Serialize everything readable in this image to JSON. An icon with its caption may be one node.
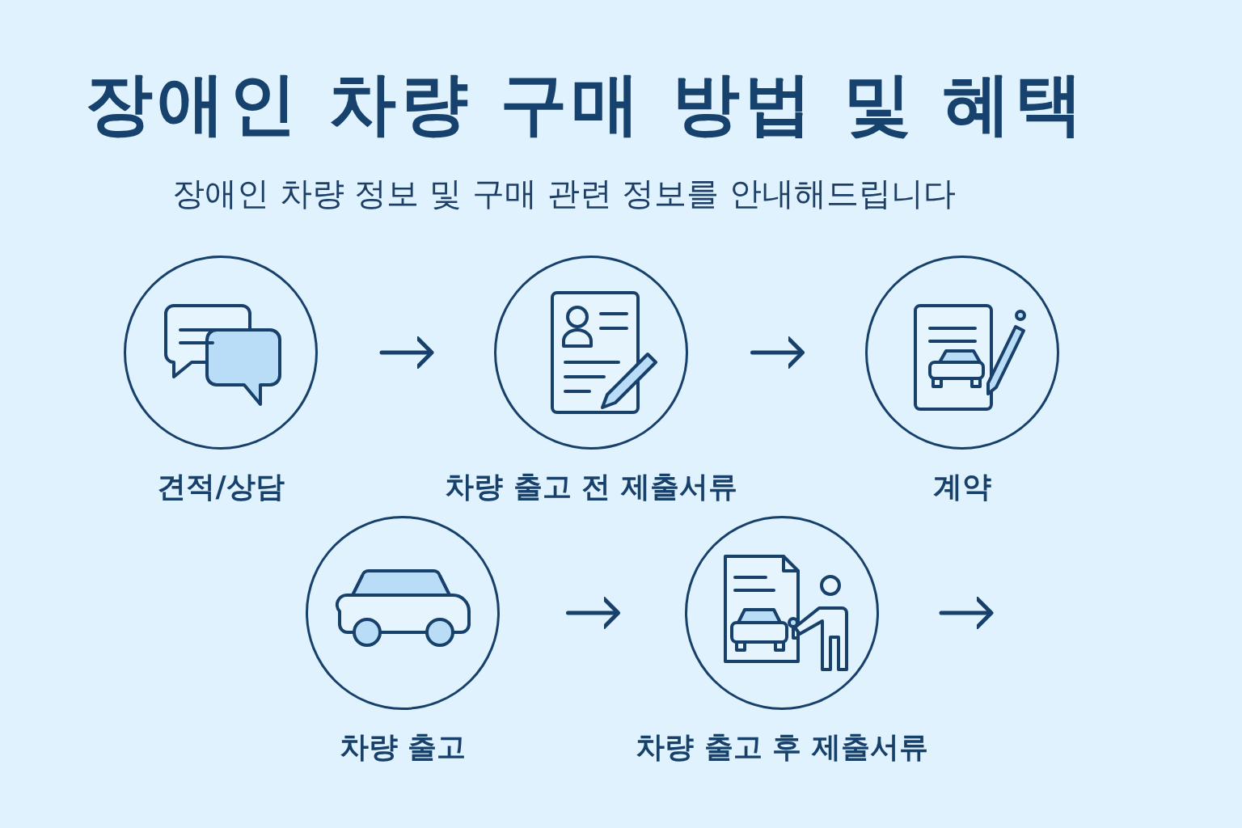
{
  "diagram": {
    "title": "장애인 차량 구매 방법 및 혜택",
    "caption": "장애인 차량 정보 및 구매 관련 정보를 안내해드립니다",
    "nodes": [
      {
        "text": [
          "견적/상담"
        ]
      },
      {
        "text": [
          "차량 출고 전 제출서류"
        ]
      },
      {
        "text": [
          "계약"
        ]
      },
      {
        "text": [
          "차량 출고"
        ]
      },
      {
        "text": [
          "차량 출고 후 제출서류"
        ]
      }
    ],
    "edges": [
      {
        "from": 0,
        "to": 1,
        "arrow": "to"
      },
      {
        "from": 1,
        "to": 2,
        "arrow": "to"
      },
      {
        "from": 3,
        "to": 4,
        "arrow": "to"
      }
    ]
  }
}
